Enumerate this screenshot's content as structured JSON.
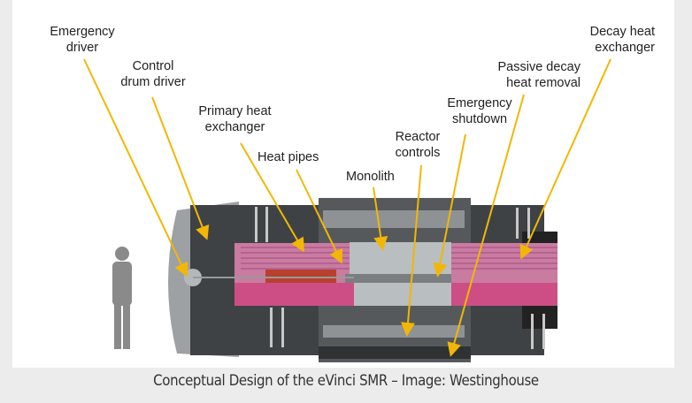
{
  "figure": {
    "labels": {
      "emergency_driver": "Emergency driver",
      "control_drum_driver": "Control drum driver",
      "primary_heat_exchanger": "Primary heat exchanger",
      "heat_pipes": "Heat pipes",
      "monolith": "Monolith",
      "reactor_controls": "Reactor controls",
      "emergency_shutdown": "Emergency shutdown",
      "passive_decay_heat_removal": "Passive decay heat removal",
      "decay_heat_exchanger": "Decay heat exchanger"
    },
    "colors": {
      "arrow": "#f2b705",
      "pink": "#c8507e",
      "body": "#4a4d50"
    }
  },
  "caption": "Conceptual Design of the eVinci SMR – Image: Westinghouse"
}
